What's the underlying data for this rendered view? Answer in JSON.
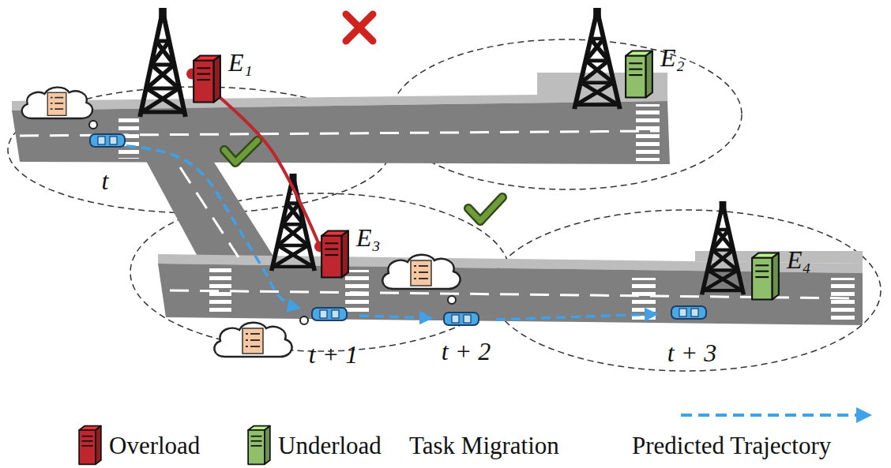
{
  "diagram": {
    "nodes": [
      {
        "text": [
          "E₁"
        ]
      },
      {
        "text": [
          "E₂"
        ]
      },
      {
        "text": [
          "E₃"
        ]
      },
      {
        "text": [
          "E₄"
        ]
      }
    ],
    "edges": [
      {
        "from": 0,
        "to": 2,
        "arrow": "none"
      }
    ],
    "labels": [
      "t",
      "t + 1",
      "t + 2",
      "t + 3"
    ],
    "legend": [
      {
        "text": "Overload",
        "color": "#c0262d"
      },
      {
        "text": "Underload",
        "color": "#8fbf6a"
      },
      {
        "text": "Task Migration"
      },
      {
        "text": "Predicted Trajectory"
      }
    ]
  }
}
